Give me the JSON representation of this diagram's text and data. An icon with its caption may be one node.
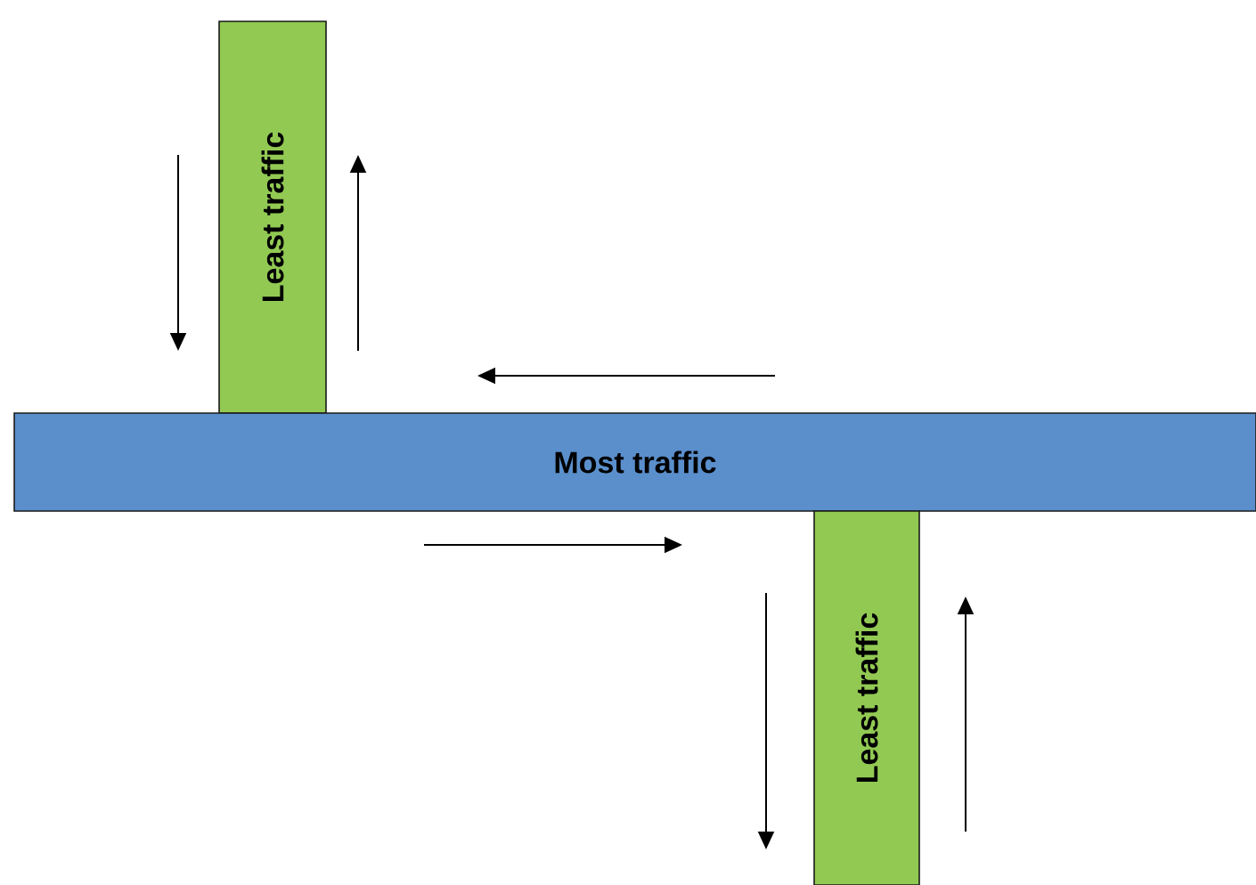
{
  "diagram": {
    "nodes": [
      {
        "text": [
          "Least traffic"
        ]
      },
      {
        "text": [
          "Most traffic"
        ]
      },
      {
        "text": [
          "Least traffic"
        ]
      }
    ]
  }
}
